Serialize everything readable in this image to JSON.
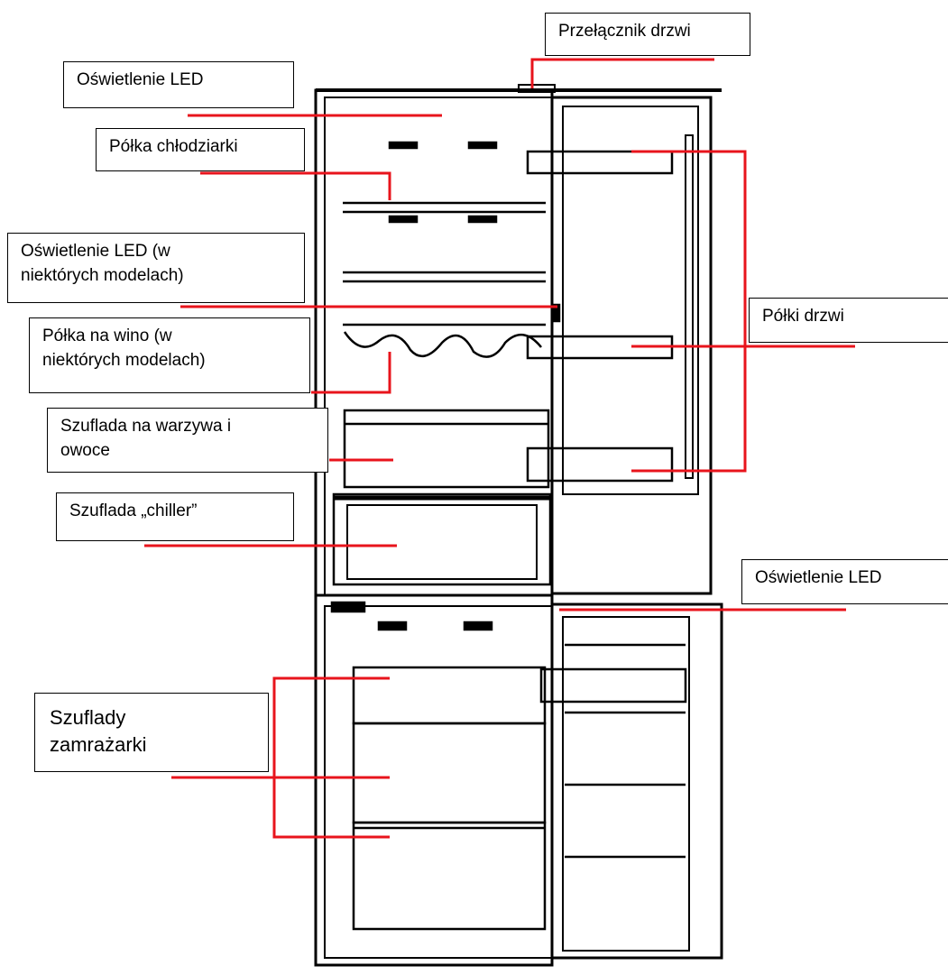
{
  "diagram": {
    "labels": {
      "door_switch": "Przełącznik drzwi",
      "led_top": "Oświetlenie LED",
      "fridge_shelf": "Półka chłodziarki",
      "led_some": "Oświetlenie LED (w\nniektórych modelach)",
      "wine_shelf": "Półka na wino (w\nniektórych modelach)",
      "crisper": "Szuflada na warzywa i\nowoce",
      "chiller": "Szuflada „chiller”",
      "door_shelves": "Półki drzwi",
      "led_bottom": "Oświetlenie LED",
      "freezer_drawers": "Szuflady\nzamrażarki"
    },
    "leader_color": "#e8141c",
    "outline_color": "#000000"
  }
}
